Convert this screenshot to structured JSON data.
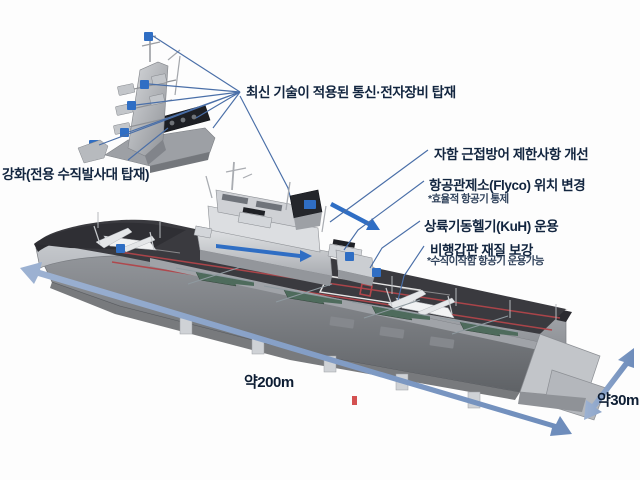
{
  "figure": {
    "background_color": "#fdfdfd",
    "subject": "Korean LPX-II / large amphibious assault ship concept diagram",
    "deck_color": "#3b3b40",
    "hull_color": "#b9bcc0",
    "accent_line_color": "#4a6fa8",
    "dimension_arrow_color": "#8ba5ca",
    "deck_marking_color": "#b1454a"
  },
  "callouts": {
    "title": "최신 기술이 적용된 통신·전자장비 탑재",
    "left": {
      "label": "강화(전용 수직발사대 탑재)"
    },
    "right": [
      {
        "label": "자함 근접방어 제한사항 개선",
        "note": ""
      },
      {
        "label": "항공관제소(Flyco) 위치 변경",
        "note": "*효율적 항공기 통제"
      },
      {
        "label": "상륙기동헬기(KuH) 운용",
        "note": ""
      },
      {
        "label": "비행갑판 재질 보강",
        "note": "*수직이착함 항공기 운용가능"
      }
    ]
  },
  "dimensions": {
    "length": "약200m",
    "beam": "약30m"
  }
}
